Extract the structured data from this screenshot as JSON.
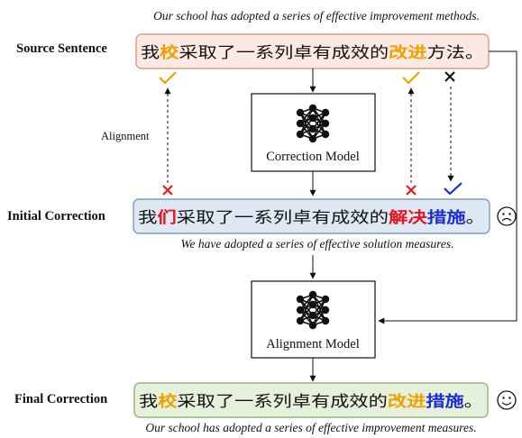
{
  "source": {
    "label": "Source Sentence",
    "translation": "Our school has adopted a series of effective improvement methods.",
    "segments": [
      {
        "text": "我",
        "color": "#111111"
      },
      {
        "text": "校",
        "color": "#f0a000"
      },
      {
        "text": "采取了一系列卓有成效的",
        "color": "#111111"
      },
      {
        "text": "改进",
        "color": "#f0a000"
      },
      {
        "text": "方法",
        "color": "#111111"
      },
      {
        "text": "。",
        "color": "#111111"
      }
    ],
    "fill": "#fde9e3",
    "border": "#d98a74"
  },
  "initial": {
    "label": "Initial Correction",
    "translation": "We have adopted a series of effective solution measures.",
    "segments": [
      {
        "text": "我",
        "color": "#111111"
      },
      {
        "text": "们",
        "color": "#e8141e"
      },
      {
        "text": "采取了一系列卓有成效的",
        "color": "#111111"
      },
      {
        "text": "解决",
        "color": "#e8141e"
      },
      {
        "text": "措施",
        "color": "#1f2fd6"
      },
      {
        "text": "。",
        "color": "#111111"
      }
    ],
    "fill": "#dde8f3",
    "border": "#6f8cae",
    "face_icon": "sad-face-icon"
  },
  "final": {
    "label": "Final Correction",
    "translation": "Our school has adopted a series of effective improvement measures.",
    "segments": [
      {
        "text": "我",
        "color": "#111111"
      },
      {
        "text": "校",
        "color": "#f0a000"
      },
      {
        "text": "采取了一系列卓有成效的",
        "color": "#111111"
      },
      {
        "text": "改进",
        "color": "#f0a000"
      },
      {
        "text": "措施",
        "color": "#1f2fd6"
      },
      {
        "text": "。",
        "color": "#111111"
      }
    ],
    "fill": "#e5f1da",
    "border": "#7ea86a",
    "face_icon": "happy-face-icon"
  },
  "correction_model": {
    "label": "Correction Model",
    "icon": "neural-network-icon"
  },
  "alignment_model": {
    "label": "Alignment Model",
    "icon": "neural-network-icon"
  },
  "alignment_label": "Alignment",
  "marks": {
    "check_orange": "#f0a000",
    "check_blue": "#1f2fd6",
    "cross_red": "#e8141e",
    "cross_black": "#111111"
  }
}
